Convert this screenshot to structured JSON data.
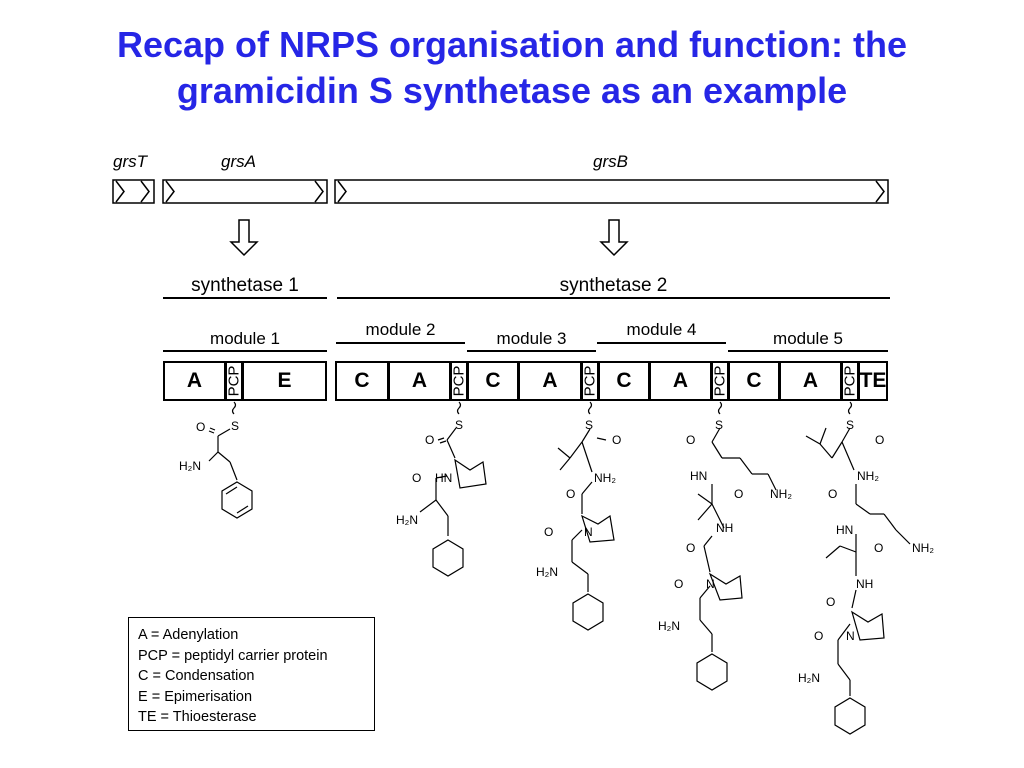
{
  "title_line1": "Recap of NRPS organisation and function: the",
  "title_line2": "gramicidin S synthetase as an example",
  "genes": {
    "grsT": "grsT",
    "grsA": "grsA",
    "grsB": "grsB"
  },
  "synthetases": {
    "s1": "synthetase 1",
    "s2": "synthetase 2"
  },
  "modules": {
    "m1": "module 1",
    "m2": "module 2",
    "m3": "module 3",
    "m4": "module 4",
    "m5": "module 5"
  },
  "domains": {
    "d1": "A",
    "d2": "PCP",
    "d3": "E",
    "d4": "C",
    "d5": "A",
    "d6": "PCP",
    "d7": "C",
    "d8": "A",
    "d9": "PCP",
    "d10": "C",
    "d11": "A",
    "d12": "PCP",
    "d13": "C",
    "d14": "A",
    "d15": "PCP",
    "d16": "TE"
  },
  "atoms": {
    "S": "S",
    "O": "O",
    "N": "N",
    "NH": "NH",
    "HN": "HN",
    "H2N": "H₂N",
    "NH2": "NH₂"
  },
  "legend": [
    "A = Adenylation",
    "PCP = peptidyl carrier protein",
    "C = Condensation",
    "E = Epimerisation",
    "TE = Thioesterase"
  ],
  "colors": {
    "title": "#2626e6"
  }
}
